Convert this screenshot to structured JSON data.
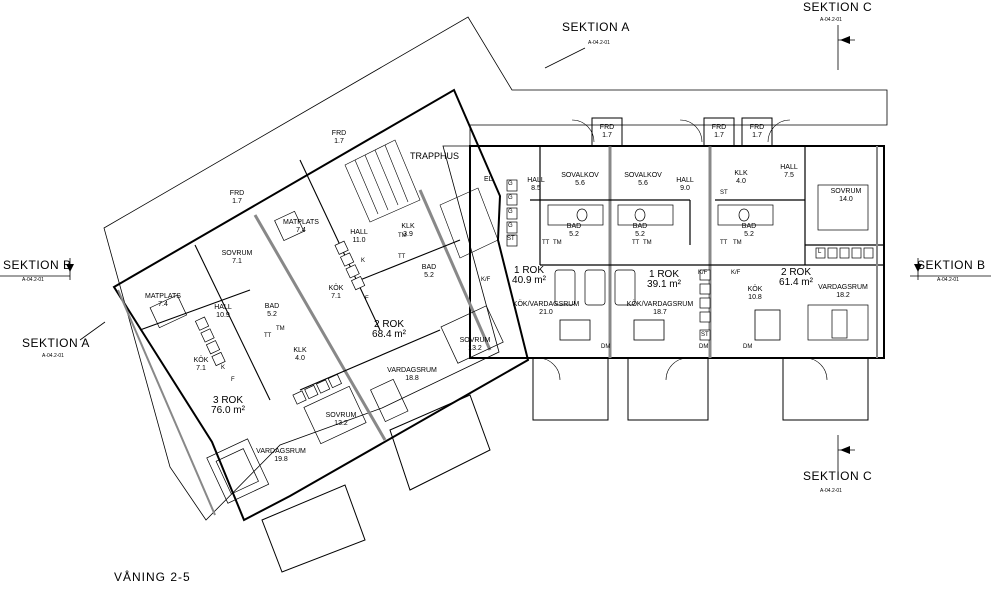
{
  "drawing_title": "VÅNING 2-5",
  "sections": {
    "a_top": {
      "label": "SEKTION A",
      "ref": "A-04.2-01"
    },
    "a_left": {
      "label": "SEKTION A",
      "ref": "A-04.2-01"
    },
    "b_left": {
      "label": "SEKTION B",
      "ref": "A-04.2-01"
    },
    "b_right": {
      "label": "SEKTION B",
      "ref": "A-04.2-01"
    },
    "c_top": {
      "label": "SEKTION C",
      "ref": "A-04.2-01"
    },
    "c_bottom": {
      "label": "SEKTION C",
      "ref": "A-04.2-01"
    }
  },
  "stair": {
    "label": "TRAPPHUS",
    "el": "EL"
  },
  "apartments": {
    "a1": {
      "type": "1 ROK",
      "area": "40.9 m²"
    },
    "a2": {
      "type": "1 ROK",
      "area": "39.1 m²"
    },
    "a3": {
      "type": "2 ROK",
      "area": "61.4 m²"
    },
    "a4": {
      "type": "2 ROK",
      "area": "68.4 m²"
    },
    "a5": {
      "type": "3 ROK",
      "area": "76.0 m²"
    }
  },
  "rooms": {
    "frd_1": {
      "name": "FRD",
      "area": "1.7"
    },
    "frd_2": {
      "name": "FRD",
      "area": "1.7"
    },
    "frd_3": {
      "name": "FRD",
      "area": "1.7"
    },
    "frd_4": {
      "name": "FRD",
      "area": "1.7"
    },
    "frd_5": {
      "name": "FRD",
      "area": "1.7"
    },
    "hall_1": {
      "name": "HALL",
      "area": "8.5"
    },
    "sovalkov_1": {
      "name": "SOVALKOV",
      "area": "5.6"
    },
    "sovalkov_2": {
      "name": "SOVALKOV",
      "area": "5.6"
    },
    "hall_2": {
      "name": "HALL",
      "area": "9.0"
    },
    "klk_1": {
      "name": "KLK",
      "area": "4.0"
    },
    "hall_3": {
      "name": "HALL",
      "area": "7.5"
    },
    "sovrum_1": {
      "name": "SOVRUM",
      "area": "14.0"
    },
    "bad_1": {
      "name": "BAD",
      "area": "5.2"
    },
    "bad_2": {
      "name": "BAD",
      "area": "5.2"
    },
    "bad_3": {
      "name": "BAD",
      "area": "5.2"
    },
    "kok_vardag_1": {
      "name": "KÖK/VARDAGSRUM",
      "area": "21.0"
    },
    "kok_vardag_2": {
      "name": "KÖK/VARDAGSRUM",
      "area": "18.7"
    },
    "kok_1": {
      "name": "KÖK",
      "area": "10.8"
    },
    "vardagsrum_1": {
      "name": "VARDAGSRUM",
      "area": "18.2"
    },
    "hall_4": {
      "name": "HALL",
      "area": "11.0"
    },
    "klk_2": {
      "name": "KLK",
      "area": "3.9"
    },
    "bad_4": {
      "name": "BAD",
      "area": "5.2"
    },
    "sovrum_2": {
      "name": "SOVRUM",
      "area": "13.2"
    },
    "kok_2": {
      "name": "KÖK",
      "area": "7.1"
    },
    "vardagsrum_2": {
      "name": "VARDAGSRUM",
      "area": "18.8"
    },
    "sovrum_3": {
      "name": "SOVRUM",
      "area": "13.2"
    },
    "matplats_1": {
      "name": "MATPLATS",
      "area": "7.4"
    },
    "matplats_2": {
      "name": "MATPLATS",
      "area": "7.4"
    },
    "sovrum_4": {
      "name": "SOVRUM",
      "area": "7.1"
    },
    "hall_5": {
      "name": "HALL",
      "area": "10.9"
    },
    "bad_5": {
      "name": "BAD",
      "area": "5.2"
    },
    "klk_3": {
      "name": "KLK",
      "area": "4.0"
    },
    "kok_3": {
      "name": "KÖK",
      "area": "7.1"
    },
    "vardagsrum_3": {
      "name": "VARDAGSRUM",
      "area": "19.8"
    }
  },
  "appliance_tags": {
    "tm": "TM",
    "tt": "TT",
    "st": "ST",
    "kf": "K/F",
    "dm": "DM",
    "g": "G",
    "k": "K",
    "f": "F",
    "l": "L"
  }
}
